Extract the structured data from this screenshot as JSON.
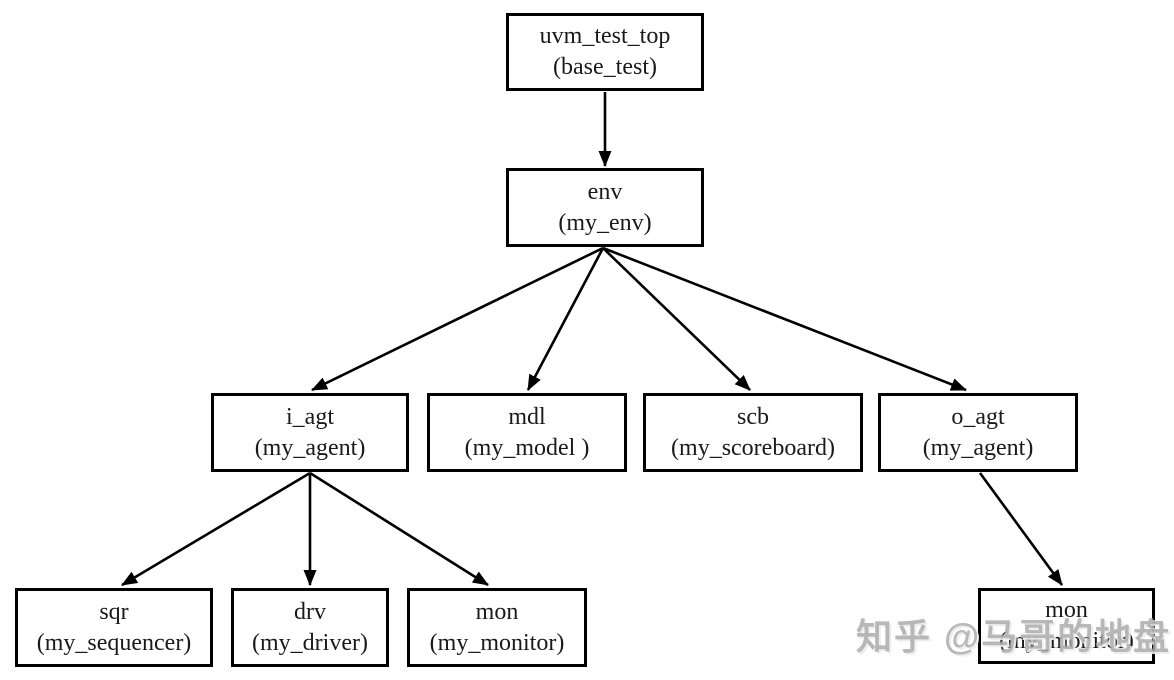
{
  "diagram_type": "uvm-testbench-hierarchy-tree",
  "colors": {
    "background": "#ffffff",
    "node_border": "#000000",
    "node_background": "#ffffff",
    "edge_line": "#000000",
    "text": "#1a1a1a",
    "watermark": "#a8a8a8"
  },
  "nodes": [
    {
      "id": "uvm_test_top",
      "instance": "uvm_test_top",
      "class_name": "(base_test)"
    },
    {
      "id": "env",
      "instance": "env",
      "class_name": "(my_env)"
    },
    {
      "id": "i_agt",
      "instance": "i_agt",
      "class_name": "(my_agent)"
    },
    {
      "id": "mdl",
      "instance": "mdl",
      "class_name": "(my_model )"
    },
    {
      "id": "scb",
      "instance": "scb",
      "class_name": "(my_scoreboard)"
    },
    {
      "id": "o_agt",
      "instance": "o_agt",
      "class_name": "(my_agent)"
    },
    {
      "id": "sqr",
      "instance": "sqr",
      "class_name": "(my_sequencer)"
    },
    {
      "id": "drv",
      "instance": "drv",
      "class_name": "(my_driver)"
    },
    {
      "id": "mon_i",
      "instance": "mon",
      "class_name": "(my_monitor)"
    },
    {
      "id": "mon_o",
      "instance": "mon",
      "class_name": "(my_monitor)"
    }
  ],
  "edges": [
    {
      "from": "uvm_test_top",
      "to": "env"
    },
    {
      "from": "env",
      "to": "i_agt"
    },
    {
      "from": "env",
      "to": "mdl"
    },
    {
      "from": "env",
      "to": "scb"
    },
    {
      "from": "env",
      "to": "o_agt"
    },
    {
      "from": "i_agt",
      "to": "sqr"
    },
    {
      "from": "i_agt",
      "to": "drv"
    },
    {
      "from": "i_agt",
      "to": "mon_i"
    },
    {
      "from": "o_agt",
      "to": "mon_o"
    }
  ],
  "watermark": {
    "text": "知乎 @马哥的地盘"
  }
}
